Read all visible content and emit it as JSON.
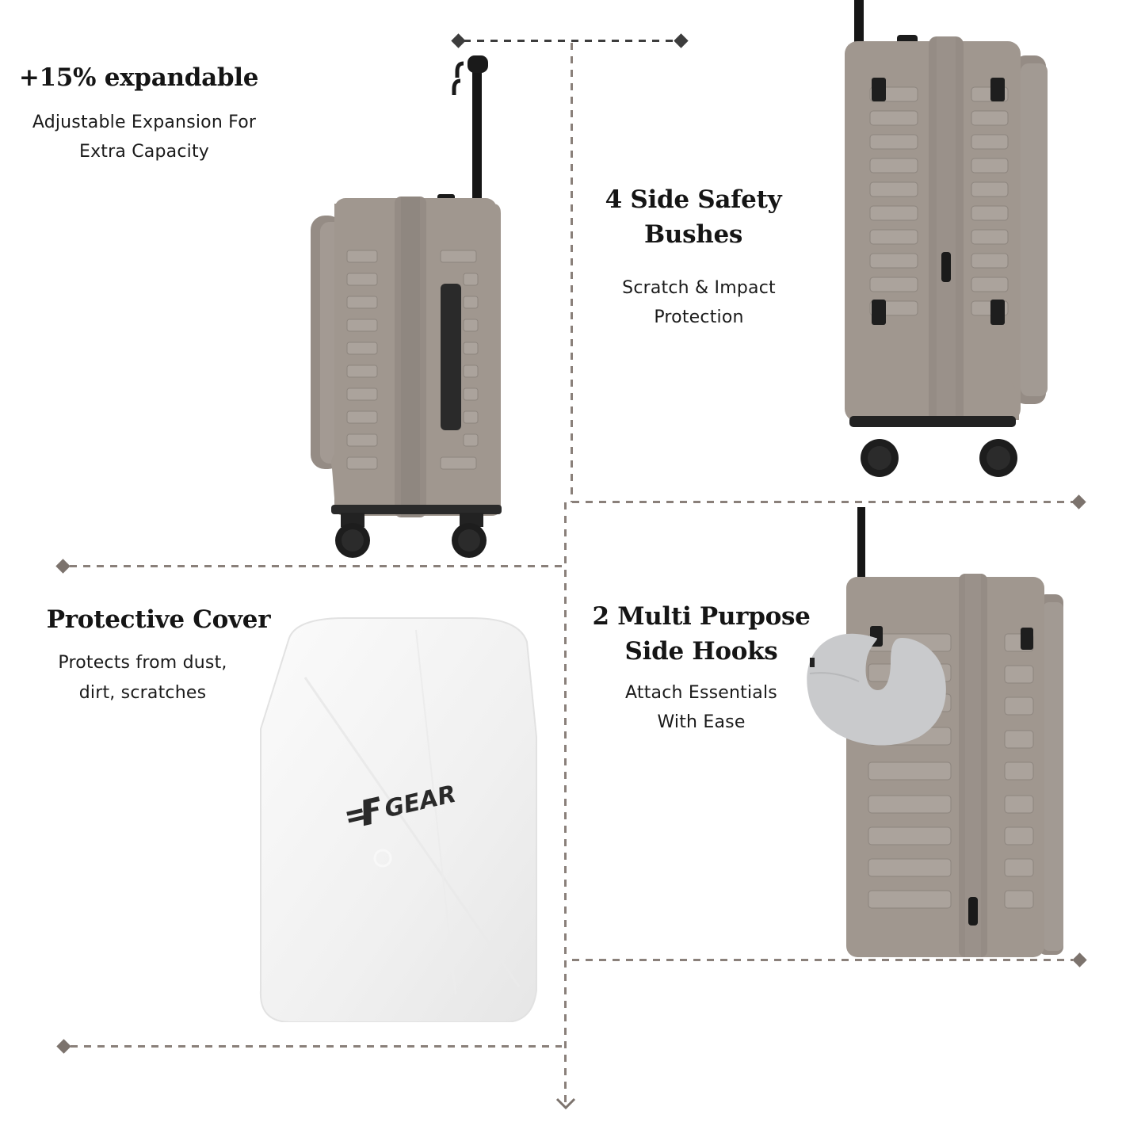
{
  "brand": "FGEAR",
  "colors": {
    "background": "#ffffff",
    "divider_dark": "#3d3d3d",
    "divider_light": "#8a807a",
    "suitcase_shell": "#9f968f",
    "suitcase_shade": "#8c837c",
    "suitcase_rib": "#aaa29b",
    "hardware": "#1c1c1c",
    "cover": "#f4f4f4",
    "pillow": "#c9cacc"
  },
  "features": [
    {
      "id": "expandable",
      "title": "+15% expandable",
      "subtitle_lines": [
        "Adjustable Expansion For",
        "Extra Capacity"
      ]
    },
    {
      "id": "safety-bushes",
      "title_lines": [
        "4 Side Safety",
        "Bushes"
      ],
      "subtitle_lines": [
        "Scratch & Impact",
        "Protection"
      ]
    },
    {
      "id": "protective-cover",
      "title": "Protective Cover",
      "subtitle_lines": [
        "Protects from dust,",
        "dirt, scratches"
      ]
    },
    {
      "id": "side-hooks",
      "title_lines": [
        "2 Multi Purpose",
        "Side Hooks"
      ],
      "subtitle_lines": [
        "Attach Essentials",
        "With Ease"
      ]
    }
  ],
  "images": {
    "expandable": "suitcase-side-view-expanded",
    "safety_bushes": "suitcase-side-view-with-bushes",
    "protective_cover": "suitcase-in-white-cover",
    "side_hooks": "suitcase-with-neck-pillow-on-hook"
  },
  "cover_logo_text": "GEAR"
}
